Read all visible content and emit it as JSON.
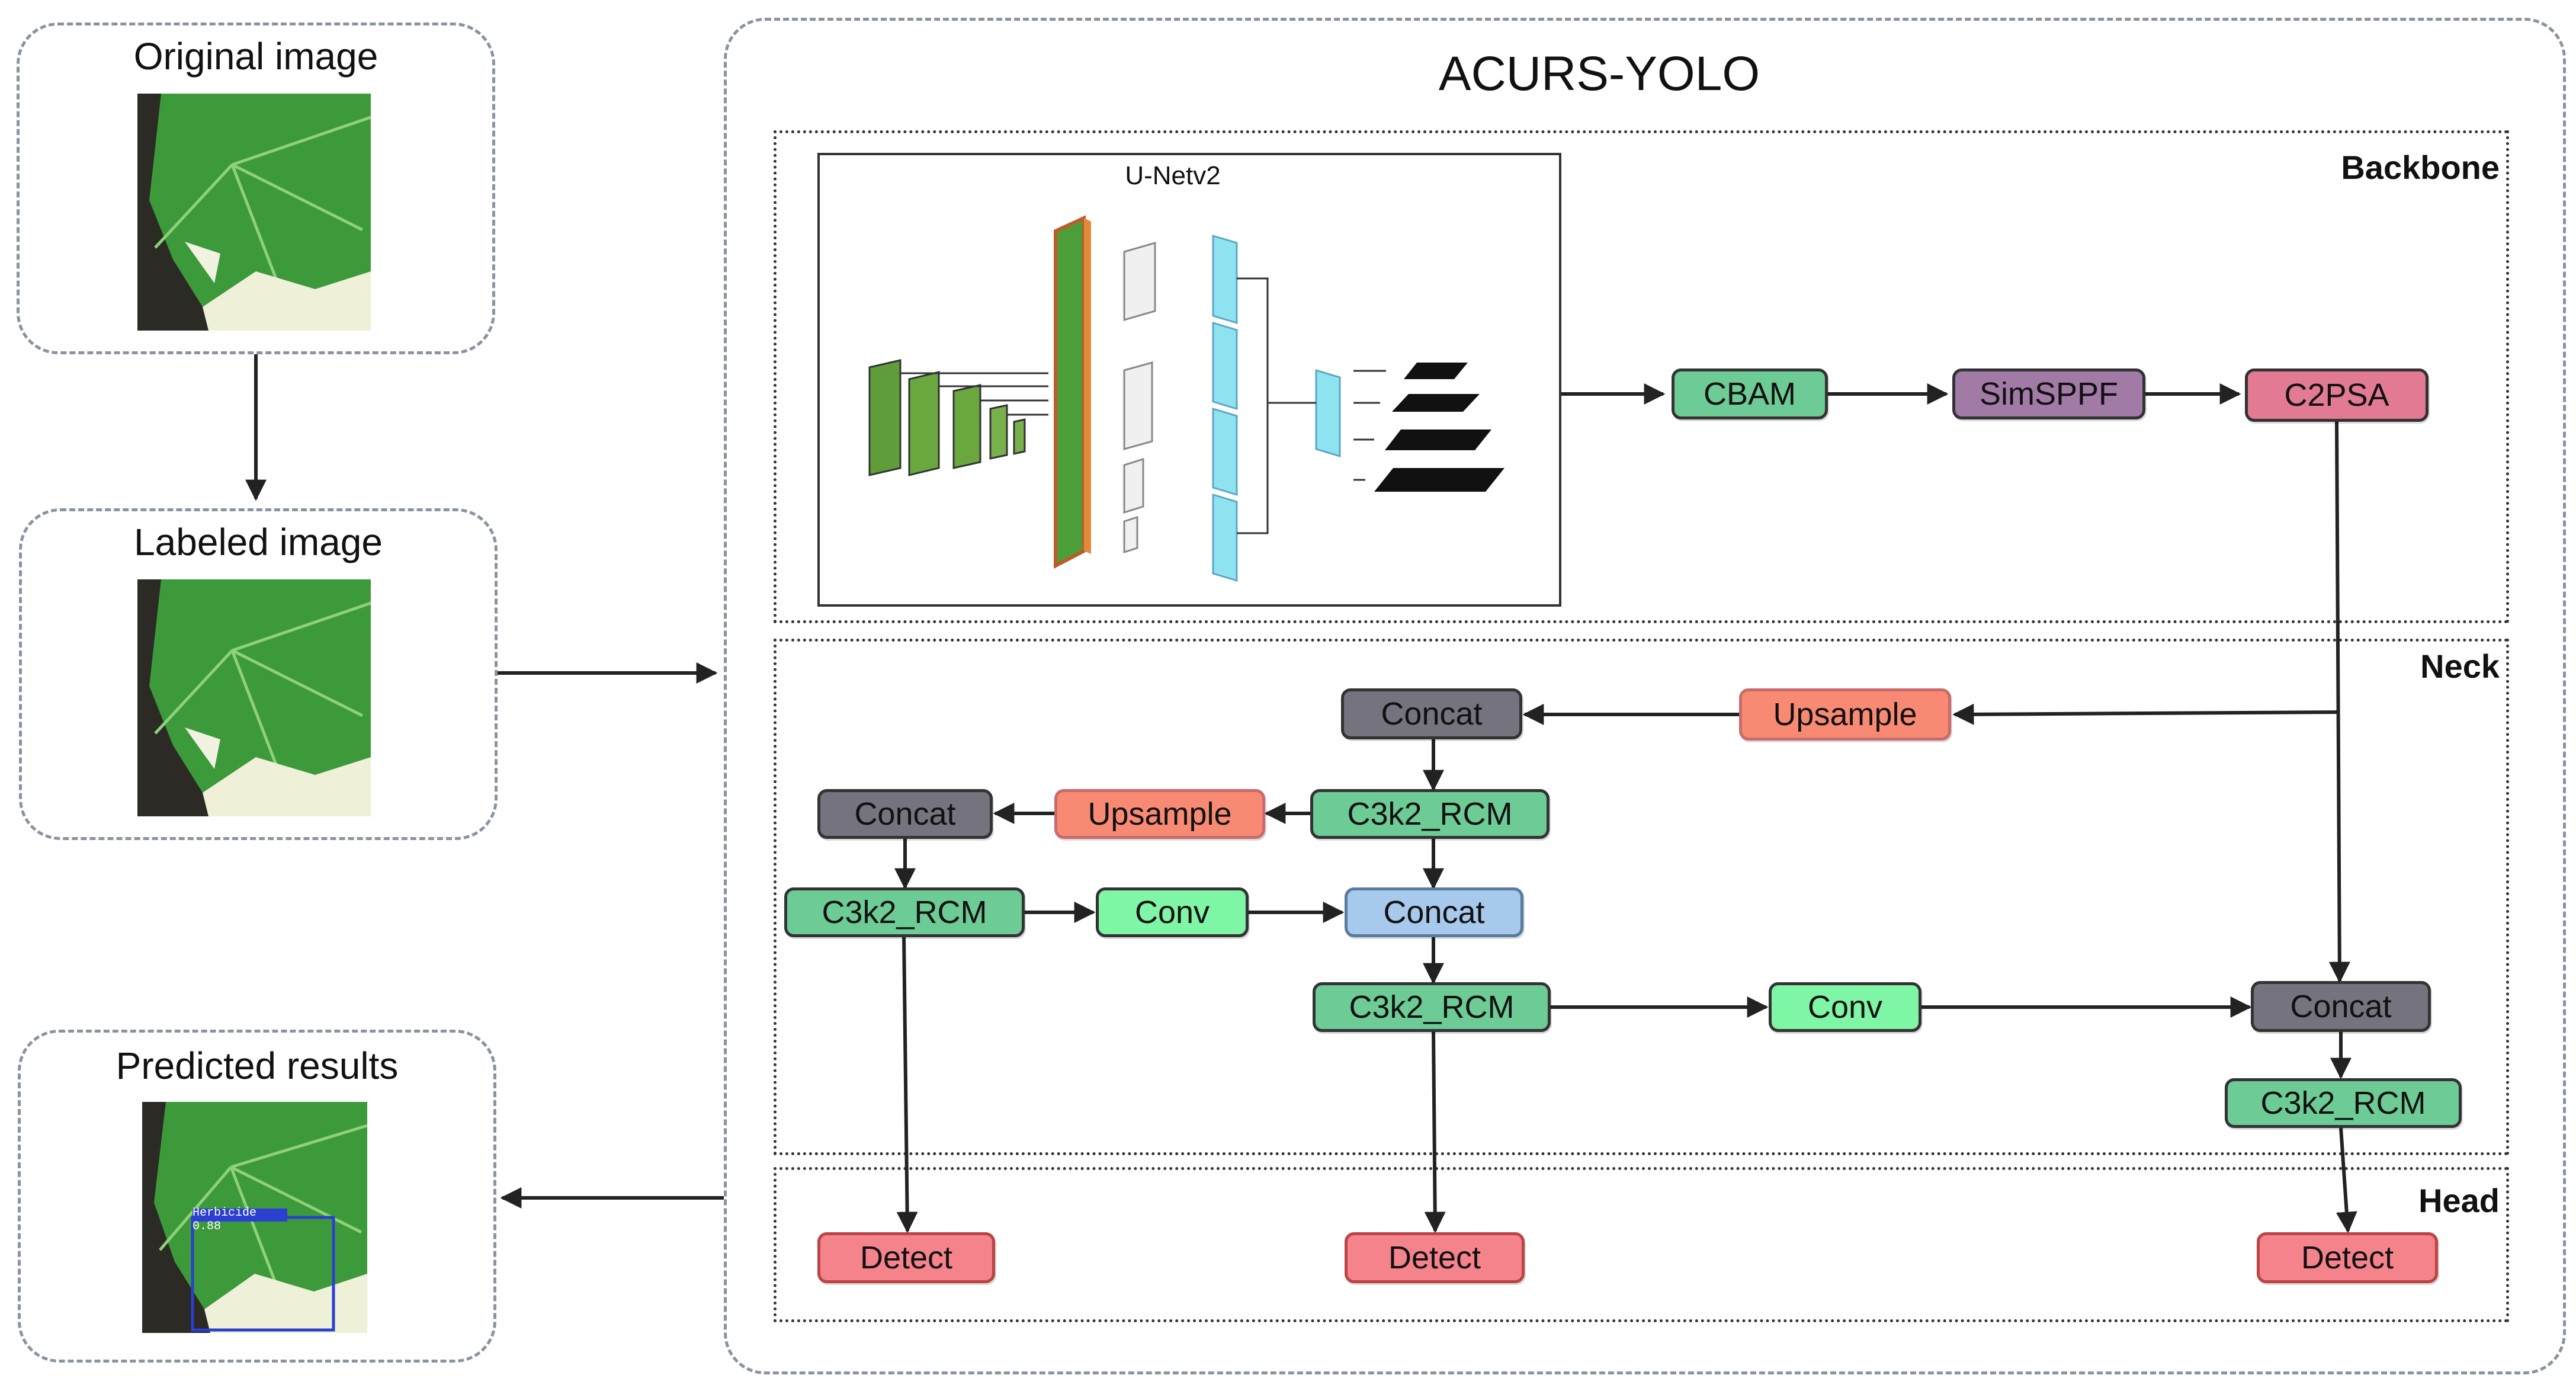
{
  "left_panel": {
    "original_title": "Original image",
    "labeled_title": "Labeled image",
    "predicted_title": "Predicted results",
    "detection_label": "Herbicide 0.88"
  },
  "main": {
    "title": "ACURS-YOLO",
    "backbone_label": "Backbone",
    "neck_label": "Neck",
    "head_label": "Head",
    "unet_title": "U-Netv2"
  },
  "nodes": {
    "cbam": "CBAM",
    "simsppf": "SimSPPF",
    "c2psa": "C2PSA",
    "concat_neck_top": "Concat",
    "upsample_top": "Upsample",
    "c3k2_mid_top": "C3k2_RCM",
    "upsample_mid": "Upsample",
    "concat_left": "Concat",
    "c3k2_left": "C3k2_RCM",
    "conv_left": "Conv",
    "concat_mid": "Concat",
    "c3k2_mid_bottom": "C3k2_RCM",
    "conv_right": "Conv",
    "concat_right": "Concat",
    "c3k2_right": "C3k2_RCM",
    "detect_left": "Detect",
    "detect_mid": "Detect",
    "detect_right": "Detect"
  },
  "colors": {
    "green_node": "#6dcb95",
    "purple_node": "#a27aa6",
    "pink_node": "#e27a93",
    "gray_node": "#74737e",
    "salmon_node": "#f88a74",
    "light_green_node": "#7ff5a6",
    "blue_node": "#a7c9ec",
    "detect_node": "#f5838c",
    "leaf_green": "#3f9c3a"
  }
}
